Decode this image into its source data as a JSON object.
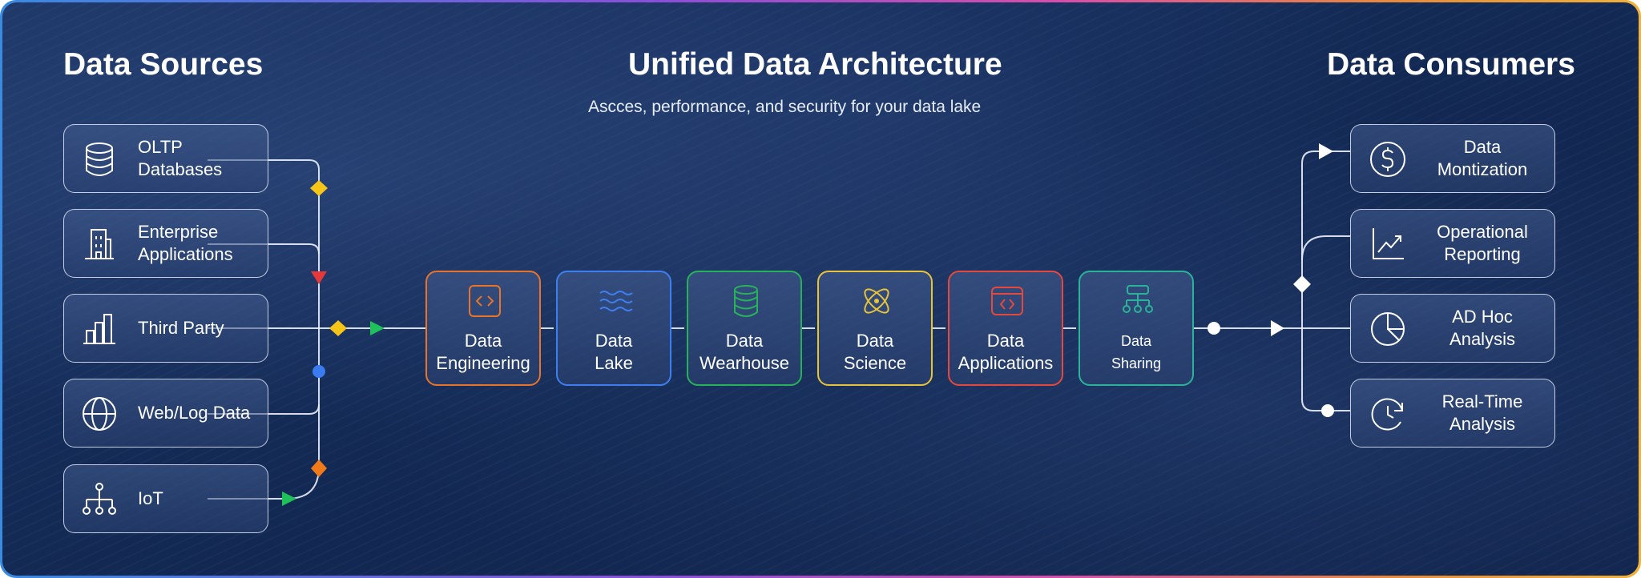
{
  "headings": {
    "sources": "Data Sources",
    "architecture": "Unified Data Architecture",
    "subtitle": "Ascces, performance, and security for your data lake",
    "consumers": "Data Consumers"
  },
  "sources": [
    {
      "line1": "OLTP",
      "line2": "Databases",
      "icon": "database-icon"
    },
    {
      "line1": "Enterprise",
      "line2": "Applications",
      "icon": "building-icon"
    },
    {
      "line1": "Third Party",
      "line2": "",
      "icon": "bar-chart-icon"
    },
    {
      "line1": "Web/Log Data",
      "line2": "",
      "icon": "globe-icon"
    },
    {
      "line1": "IoT",
      "line2": "",
      "icon": "network-hierarchy-icon"
    }
  ],
  "pipeline": [
    {
      "line1": "Data",
      "line2": "Engineering",
      "icon": "code-brackets-icon",
      "color": "#e8742a"
    },
    {
      "line1": "Data",
      "line2": "Lake",
      "icon": "waves-icon",
      "color": "#3d7ff0"
    },
    {
      "line1": "Data",
      "line2": "Wearhouse",
      "icon": "database-icon",
      "color": "#27b25a"
    },
    {
      "line1": "Data",
      "line2": "Science",
      "icon": "atom-icon",
      "color": "#e8c33a"
    },
    {
      "line1": "Data",
      "line2": "Applications",
      "icon": "app-window-icon",
      "color": "#e5483d"
    },
    {
      "line1": "Data",
      "line2": "Sharing",
      "icon": "hierarchy-icon",
      "color": "#2bb39a"
    }
  ],
  "consumers": [
    {
      "line1": "Data",
      "line2": "Montization",
      "icon": "dollar-coin-icon"
    },
    {
      "line1": "Operational",
      "line2": "Reporting",
      "icon": "trend-chart-icon"
    },
    {
      "line1": "AD Hoc",
      "line2": "Analysis",
      "icon": "pie-chart-icon"
    },
    {
      "line1": "Real-Time",
      "line2": "Analysis",
      "icon": "clock-refresh-icon"
    }
  ],
  "colors": {
    "connector_yellow": "#f5c518",
    "connector_red": "#e5383b",
    "connector_green": "#1fc25a",
    "connector_blue": "#3a7bf0",
    "connector_orange": "#f07a1a",
    "connector_white": "#ffffff"
  }
}
